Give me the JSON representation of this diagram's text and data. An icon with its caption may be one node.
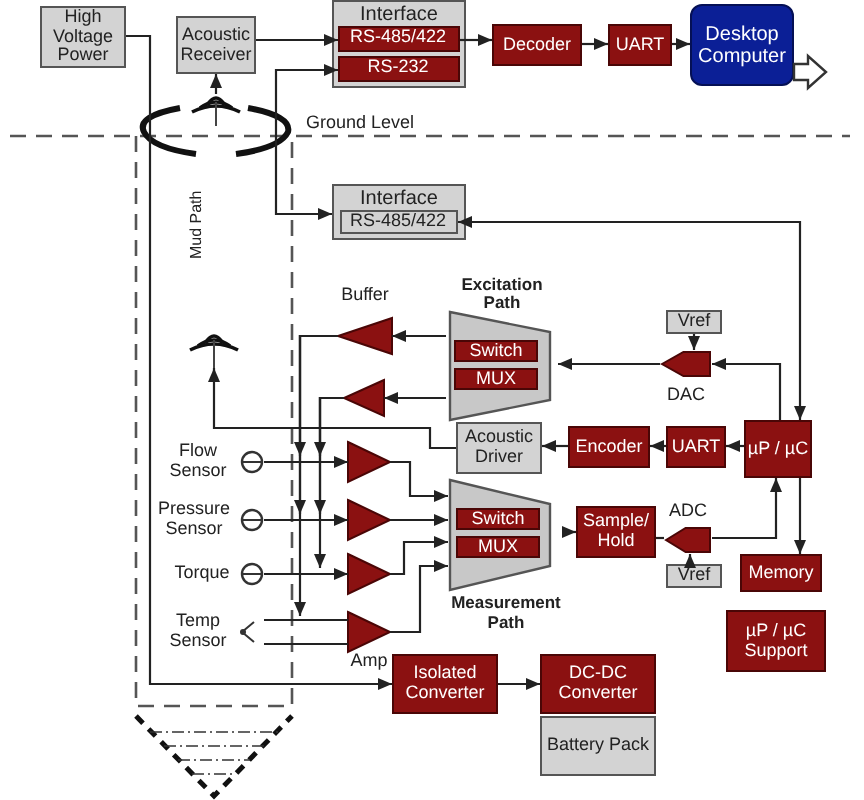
{
  "diagram": {
    "nodes": [
      {
        "text": [
          "High Voltage Power"
        ]
      },
      {
        "text": [
          "Acoustic Receiver"
        ]
      },
      {
        "text": [
          "Interface"
        ]
      },
      {
        "text": [
          "RS-485/422"
        ],
        "in": 2
      },
      {
        "text": [
          "RS-232"
        ],
        "in": 2
      },
      {
        "text": [
          "Decoder"
        ]
      },
      {
        "text": [
          "UART"
        ]
      },
      {
        "text": [
          "Desktop Computer"
        ]
      },
      {
        "text": [],
        "shape": "antenna"
      },
      {
        "text": [
          "Interface"
        ]
      },
      {
        "text": [
          "RS-485/422"
        ],
        "in": 9
      },
      {
        "text": [
          "Excitation Path"
        ]
      },
      {
        "text": [
          "Switch"
        ],
        "in": 11
      },
      {
        "text": [
          "MUX"
        ],
        "in": 11
      },
      {
        "text": [
          "Vref"
        ]
      },
      {
        "text": [],
        "shape": "pentagon",
        "beside": [
          "DAC"
        ]
      },
      {
        "text": [
          "Acoustic Driver"
        ]
      },
      {
        "text": [
          "Encoder"
        ]
      },
      {
        "text": [
          "UART"
        ]
      },
      {
        "text": [
          "µP / µC"
        ]
      },
      {
        "text": [
          "Measurement Path"
        ]
      },
      {
        "text": [
          "Switch"
        ],
        "in": 20
      },
      {
        "text": [
          "MUX"
        ],
        "in": 20
      },
      {
        "text": [
          "Sample/ Hold"
        ]
      },
      {
        "text": [],
        "shape": "pentagon",
        "beside": [
          "ADC"
        ]
      },
      {
        "text": [
          "Vref"
        ]
      },
      {
        "text": [
          "Memory"
        ]
      },
      {
        "text": [
          "µP / µC Support"
        ]
      },
      {
        "text": [
          "Isolated Converter"
        ]
      },
      {
        "text": [
          "DC-DC Converter"
        ]
      },
      {
        "text": [
          "Battery Pack"
        ]
      },
      {
        "text": [],
        "shape": "triangle",
        "beside": [
          "Buffer"
        ]
      },
      {
        "text": [],
        "shape": "triangle"
      },
      {
        "text": [],
        "shape": "triangle"
      },
      {
        "text": [],
        "shape": "triangle"
      },
      {
        "text": [],
        "shape": "triangle"
      },
      {
        "text": [],
        "shape": "triangle",
        "beside": [
          "Amp"
        ]
      },
      {
        "text": [],
        "shape": "antenna"
      },
      {
        "text": [
          "Flow Sensor"
        ]
      },
      {
        "text": [
          "Pressure Sensor"
        ]
      },
      {
        "text": [
          "Torque"
        ]
      },
      {
        "text": [
          "Temp Sensor"
        ]
      }
    ],
    "edges": [
      {
        "from": 0,
        "to": 28,
        "arrow": "to"
      },
      {
        "from": 8,
        "to": 1,
        "arrow": "to"
      },
      {
        "from": 1,
        "to": 3,
        "arrow": "to"
      },
      {
        "from": 4,
        "to": 9,
        "arrow": "both"
      },
      {
        "from": 3,
        "to": 5,
        "arrow": "to"
      },
      {
        "from": 5,
        "to": 6,
        "arrow": "to"
      },
      {
        "from": 6,
        "to": 7,
        "arrow": "to"
      },
      {
        "from": 7,
        "to": null,
        "arrow": "to",
        "style": "thick"
      },
      {
        "from": 19,
        "to": 10,
        "arrow": "both"
      },
      {
        "from": 19,
        "to": 15,
        "arrow": "to"
      },
      {
        "from": 14,
        "to": 15,
        "arrow": "to"
      },
      {
        "from": 15,
        "to": 11,
        "arrow": "to"
      },
      {
        "from": 19,
        "to": 18,
        "arrow": "to"
      },
      {
        "from": 18,
        "to": 17,
        "arrow": "to"
      },
      {
        "from": 17,
        "to": 16,
        "arrow": "to"
      },
      {
        "from": 16,
        "to": 37,
        "arrow": "to"
      },
      {
        "from": 11,
        "to": 31,
        "arrow": "to"
      },
      {
        "from": 11,
        "to": 32,
        "arrow": "to"
      },
      {
        "from": 31,
        "to": 38,
        "arrow": "to"
      },
      {
        "from": 31,
        "to": 39,
        "arrow": "to"
      },
      {
        "from": 31,
        "to": 41,
        "arrow": "to"
      },
      {
        "from": 32,
        "to": 33,
        "arrow": "to"
      },
      {
        "from": 32,
        "to": 34,
        "arrow": "to"
      },
      {
        "from": 32,
        "to": 35,
        "arrow": "to"
      },
      {
        "from": 38,
        "to": 33,
        "arrow": "to"
      },
      {
        "from": 39,
        "to": 34,
        "arrow": "to"
      },
      {
        "from": 40,
        "to": 35,
        "arrow": "to"
      },
      {
        "from": 41,
        "to": 36,
        "arrow": "none"
      },
      {
        "from": 33,
        "to": 20,
        "arrow": "to"
      },
      {
        "from": 34,
        "to": 20,
        "arrow": "to"
      },
      {
        "from": 35,
        "to": 20,
        "arrow": "to"
      },
      {
        "from": 36,
        "to": 20,
        "arrow": "to"
      },
      {
        "from": 20,
        "to": 23,
        "arrow": "to"
      },
      {
        "from": 23,
        "to": 24,
        "arrow": "none"
      },
      {
        "from": 24,
        "to": 19,
        "arrow": "to"
      },
      {
        "from": 25,
        "to": 24,
        "arrow": "to"
      },
      {
        "from": 19,
        "to": 26,
        "arrow": "to"
      },
      {
        "from": 28,
        "to": 29,
        "arrow": "to"
      }
    ],
    "labels": [
      "Ground Level",
      "Mud Path"
    ]
  }
}
